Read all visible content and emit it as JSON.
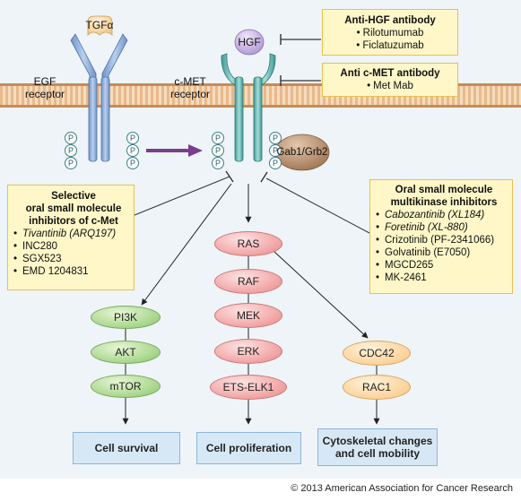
{
  "ligands": {
    "tgf": "TGFα",
    "hgf": "HGF"
  },
  "receptors": {
    "egf": [
      "EGF",
      "receptor"
    ],
    "cmet": [
      "c-MET",
      "receptor"
    ],
    "phospho_label": "P"
  },
  "adaptor": "Gab1/Grb2",
  "hgf_antibody": {
    "title": "Anti-HGF antibody",
    "items": [
      "Rilotumumab",
      "Ficlatuzumab"
    ]
  },
  "cmet_antibody": {
    "title": "Anti c-MET antibody",
    "items": [
      "Met Mab"
    ]
  },
  "selective_inhibitors": {
    "title": [
      "Selective",
      "oral small molecule",
      "inhibitors of c-Met"
    ],
    "items": [
      "Tivantinib (ARQ197)",
      "INC280",
      "SGX523",
      "EMD 1204831"
    ]
  },
  "multikinase_inhibitors": {
    "title": [
      "Oral small molecule",
      "multikinase inhibitors"
    ],
    "items": [
      "Cabozantinib (XL184)",
      "Foretinib (XL-880)",
      "Crizotinib (PF-2341066)",
      "Golvatinib (E7050)",
      "MGCD265",
      "MK-2461"
    ]
  },
  "pathways": {
    "pi3k": [
      "PI3K",
      "AKT",
      "mTOR"
    ],
    "mapk": [
      "RAS",
      "RAF",
      "MEK",
      "ERK",
      "ETS-ELK1"
    ],
    "rho": [
      "CDC42",
      "RAC1"
    ]
  },
  "outcomes": {
    "survival": "Cell survival",
    "proliferation": "Cell proliferation",
    "motility": [
      "Cytoskeletal changes",
      "and cell mobility"
    ]
  },
  "copyright": "© 2013 American Association for Cancer Research",
  "colors": {
    "background": "#eef4f8",
    "receptor_egf": "#8fb0dc",
    "receptor_cmet": "#5fb3ae",
    "hgf": "#c9b3e3",
    "adaptor": "#b08462",
    "drug_box": "#fff7c8",
    "outcome_box": "#d6e8f6",
    "arrow_purple": "#7a3d8f"
  }
}
